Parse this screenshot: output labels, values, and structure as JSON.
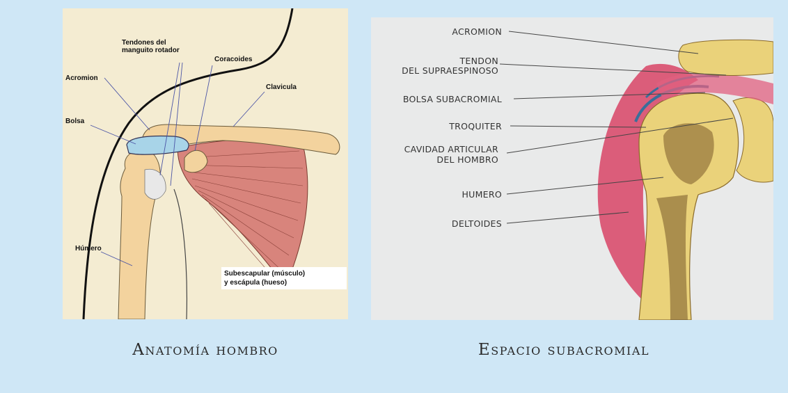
{
  "left_figure": {
    "labels": {
      "tendones_1": "Tendones del",
      "tendones_2": "manguito rotador",
      "coracoides": "Coracoides",
      "acromion": "Acromion",
      "clavicula": "Clavicula",
      "bolsa": "Bolsa",
      "humero": "Húmero",
      "subescapular_1": "Subescapular (músculo)",
      "subescapular_2": "y escápula (hueso)"
    },
    "caption": "Anatomía hombro",
    "colors": {
      "background": "#f4ecd2",
      "bone": "#f3d39e",
      "bursa": "#a8d4e8",
      "muscle": "#d8847c"
    }
  },
  "right_figure": {
    "labels": {
      "acromion": "ACROMION",
      "tendon_1": "TENDON",
      "tendon_2": "DEL SUPRAESPINOSO",
      "bolsa": "BOLSA SUBACROMIAL",
      "troquiter": "TROQUITER",
      "cavidad_1": "CAVIDAD ARTICULAR",
      "cavidad_2": "DEL HOMBRO",
      "humero": "HUMERO",
      "deltoides": "DELTOIDES"
    },
    "caption": "Espacio subacromial",
    "colors": {
      "background": "#e9eaea",
      "bone": "#ead27a",
      "muscle": "#d94e6e",
      "bursa": "#3a6f9a"
    }
  },
  "page": {
    "background": "#cfe7f6"
  }
}
